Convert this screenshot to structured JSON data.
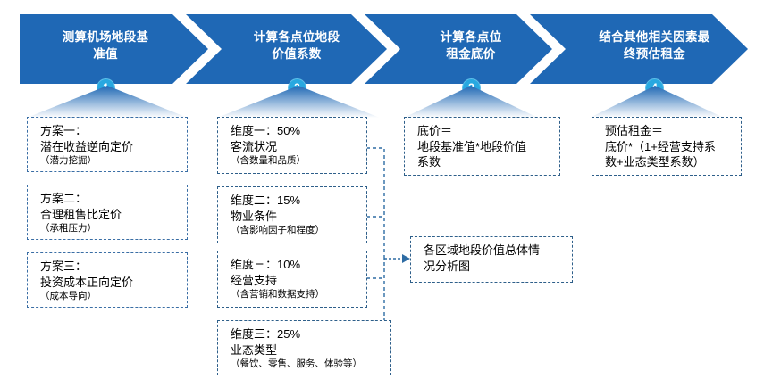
{
  "diagram": {
    "title_colors": {
      "banner_blue": "#1f68b5",
      "chevron_gap": "#ffffff",
      "circle_blue": "#28a8e0",
      "box_border": "#2e5f8a",
      "connector_blue": "#2e6ca4"
    },
    "stages": [
      {
        "number": "1",
        "label": "测算机场地段基\n准值"
      },
      {
        "number": "2",
        "label": "计算各点位地段\n价值系数"
      },
      {
        "number": "3",
        "label": "计算各点位\n租金底价"
      },
      {
        "number": "4",
        "label": "结合其他相关因素最\n终预估租金"
      }
    ],
    "column1": [
      {
        "main": "方案一：\n潜在收益逆向定价",
        "note": "（潜力挖掘）"
      },
      {
        "main": "方案二：\n合理租售比定价",
        "note": "（承租压力）"
      },
      {
        "main": "方案三：\n投资成本正向定价",
        "note": "（成本导向）"
      }
    ],
    "column2": [
      {
        "main": "维度一：50%\n客流状况",
        "note": "（含数量和品质）"
      },
      {
        "main": "维度二：15%\n物业条件",
        "note": "（含影响因子和程度）"
      },
      {
        "main": "维度三：10%\n经营支持",
        "note": "（含营销和数据支持）"
      },
      {
        "main": "维度三：25%\n业态类型",
        "note": "（餐饮、零售、服务、体验等）"
      }
    ],
    "column3": [
      {
        "main": "底价＝\n地段基准值*地段价值\n系数",
        "note": ""
      }
    ],
    "column3_summary": {
      "main": "各区域地段价值总体情\n况分析图",
      "note": ""
    },
    "column4": [
      {
        "main": "预估租金＝\n底价*（1+经营支持系\n数+业态类型系数）",
        "note": ""
      }
    ]
  }
}
